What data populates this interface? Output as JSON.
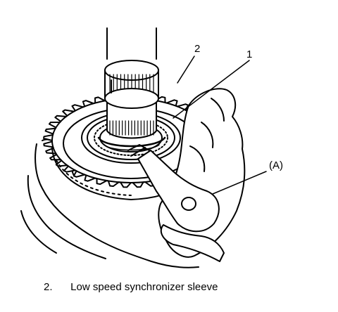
{
  "callouts": {
    "label_1": "1",
    "label_2": "2",
    "label_a": "(A)"
  },
  "legend": {
    "items": [
      {
        "number": "2.",
        "text": "Low speed synchronizer sleeve"
      }
    ]
  },
  "colors": {
    "ink": "#000000",
    "paper": "#ffffff"
  },
  "icons": [
    "shaft",
    "gear",
    "synchronizer-ring",
    "hand",
    "pliers"
  ]
}
